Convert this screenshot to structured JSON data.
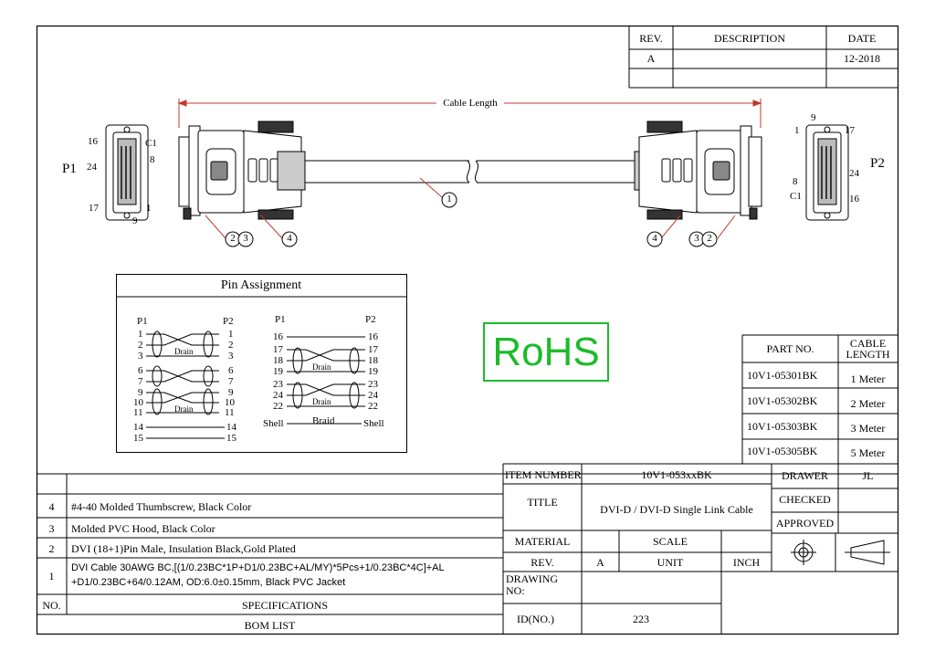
{
  "revision_block": {
    "headers": {
      "rev": "REV.",
      "description": "DESCRIPTION",
      "date": "DATE"
    },
    "rows": [
      {
        "rev": "A",
        "description": "",
        "date": "12-2018"
      }
    ]
  },
  "drawing": {
    "cable_length_label": "Cable Length",
    "plug_left_label": "P1",
    "plug_right_label": "P2",
    "left_pins": {
      "p16": "16",
      "c1": "C1",
      "p24": "24",
      "p8": "8",
      "p17": "17",
      "p9": "9",
      "p1": "1"
    },
    "right_pins": {
      "p1": "1",
      "p9": "9",
      "p17": "17",
      "p24": "24",
      "p8": "8",
      "c1": "C1",
      "p16": "16"
    },
    "callouts": {
      "cable": "1",
      "connector": "2",
      "hood": "3",
      "screw": "4"
    }
  },
  "pin_assignment": {
    "title": "Pin Assignment",
    "left_group": {
      "p1_header": "P1",
      "p2_header": "P2",
      "rows": [
        "1",
        "2",
        "3",
        "6",
        "7",
        "9",
        "10",
        "11",
        "14",
        "15"
      ],
      "drain_label": "Drain"
    },
    "right_group": {
      "p1_header": "P1",
      "p2_header": "P2",
      "rows": [
        "16",
        "17",
        "18",
        "19",
        "23",
        "24",
        "22"
      ],
      "drain_label": "Drain",
      "shell_left": "Shell",
      "braid": "Braid",
      "shell_right": "Shell"
    }
  },
  "rohs_mark": "RoHS",
  "part_table": {
    "header_part": "PART NO.",
    "header_length": "CABLE LENGTH",
    "rows": [
      {
        "part": "10V1-05301BK",
        "length": "1 Meter"
      },
      {
        "part": "10V1-05302BK",
        "length": "2 Meter"
      },
      {
        "part": "10V1-05303BK",
        "length": "3 Meter"
      },
      {
        "part": "10V1-05305BK",
        "length": "5 Meter"
      }
    ]
  },
  "bom": {
    "rows": [
      {
        "no": "4",
        "spec": "#4-40 Molded Thumbscrew, Black Color"
      },
      {
        "no": "3",
        "spec": "Molded PVC Hood, Black Color"
      },
      {
        "no": "2",
        "spec": "DVI (18+1)Pin Male, Insulation Black,Gold Plated"
      },
      {
        "no": "1",
        "spec_line1": "DVI Cable 30AWG BC,[(1/0.23BC*1P+D1/0.23BC+AL/MY)*5Pcs+1/0.23BC*4C]+AL",
        "spec_line2": "+D1/0.23BC+64/0.12AM, OD:6.0±0.15mm, Black PVC Jacket"
      }
    ],
    "no_header": "NO.",
    "spec_header": "SPECIFICATIONS",
    "footer": "BOM LIST"
  },
  "title_block": {
    "item_number_label": "ITEM NUMBER",
    "item_number": "10V1-053xxBK",
    "title_label": "TITLE",
    "title": "DVI-D / DVI-D Single Link Cable",
    "drawer_label": "DRAWER",
    "drawer": "JL",
    "checked_label": "CHECKED",
    "approved_label": "APPROVED",
    "material_label": "MATERIAL",
    "scale_label": "SCALE",
    "rev_label": "REV.",
    "rev": "A",
    "unit_label": "UNIT",
    "unit": "INCH",
    "drawing_no_label": "DRAWING NO:",
    "id_label": "ID(NO.)",
    "id": "223"
  }
}
